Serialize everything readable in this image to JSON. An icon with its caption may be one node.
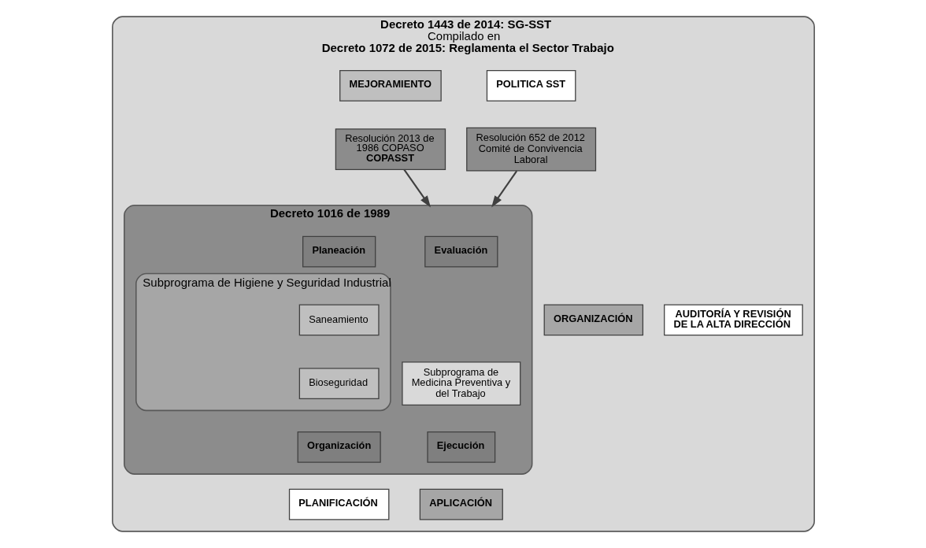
{
  "diagram": {
    "nodes": [
      {
        "text": [
          "Decreto 1443 de 2014: SG-SST",
          "Compilado en",
          "Decreto 1072 de 2015: Reglamenta el Sector Trabajo"
        ]
      },
      {
        "text": [
          "MEJORAMIENTO"
        ],
        "in": 0
      },
      {
        "text": [
          "POLITICA SST"
        ],
        "in": 0
      },
      {
        "text": [
          "AUDITORÍA Y REVISIÓN DE LA ALTA DIRECCIÓN"
        ],
        "in": 0
      },
      {
        "text": [
          "ORGANIZACIÓN"
        ],
        "in": 0
      },
      {
        "text": [
          "APLICACIÓN"
        ],
        "in": 0
      },
      {
        "text": [
          "PLANIFICACIÓN"
        ],
        "in": 0
      },
      {
        "text": [
          "Resolución 2013 de 1986 COPASO",
          "COPASST"
        ],
        "in": 0
      },
      {
        "text": [
          "Resolución 652 de 2012 Comité de Convivencia Laboral"
        ],
        "in": 0
      },
      {
        "text": [
          "Decreto 1016 de 1989"
        ],
        "in": 0
      },
      {
        "text": [
          "Evaluación"
        ],
        "in": 9
      },
      {
        "text": [
          "Planeación"
        ],
        "in": 9
      },
      {
        "text": [
          "Subprograma de Medicina Preventiva y del Trabajo"
        ],
        "in": 9
      },
      {
        "text": [
          "Subprograma de Higiene y Seguridad Industrial"
        ],
        "in": 9
      },
      {
        "text": [
          "Saneamiento"
        ],
        "in": 13
      },
      {
        "text": [
          "Bioseguridad"
        ],
        "in": 13
      },
      {
        "text": [
          "Ejecución"
        ],
        "in": 9
      },
      {
        "text": [
          "Organización"
        ],
        "in": 9
      }
    ],
    "edges": [
      {
        "from": 7,
        "to": 9,
        "arrow": "to"
      },
      {
        "from": 8,
        "to": 9,
        "arrow": "to"
      }
    ]
  }
}
